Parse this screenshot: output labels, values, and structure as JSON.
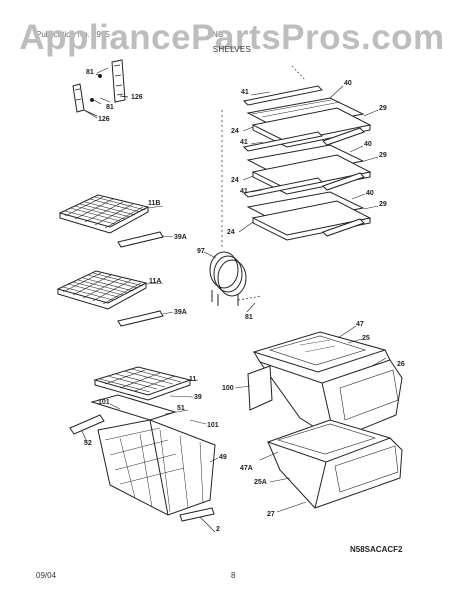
{
  "watermark": "AppliancePartsPros.com",
  "header": {
    "model_text": "Publication No. 5995",
    "model_code": "NS"
  },
  "section_title": "SHELVES",
  "callouts": {
    "c81a": "81",
    "c126a": "126",
    "c81b": "81",
    "c126b": "126",
    "c41a": "41",
    "c40a": "40",
    "c29a": "29",
    "c24a": "24",
    "c41b": "41",
    "c40b": "40",
    "c29b": "29",
    "c24b": "24",
    "c41c": "41",
    "c40c": "40",
    "c29c": "29",
    "c24c": "24",
    "c11b": "11B",
    "c39aa": "39A",
    "c97": "97",
    "c11a": "11A",
    "c39ab": "39A",
    "c81c": "81",
    "c47": "47",
    "c25": "25",
    "c26": "26",
    "c100": "100",
    "c11": "11",
    "c39": "39",
    "c51": "51",
    "c101a": "101",
    "c101b": "101",
    "c52": "52",
    "c49": "49",
    "c47a": "47A",
    "c25a": "25A",
    "c27": "27",
    "c2": "2"
  },
  "diagram_code": "N58SACACF2",
  "footer": {
    "date": "09/04",
    "page": "8"
  }
}
